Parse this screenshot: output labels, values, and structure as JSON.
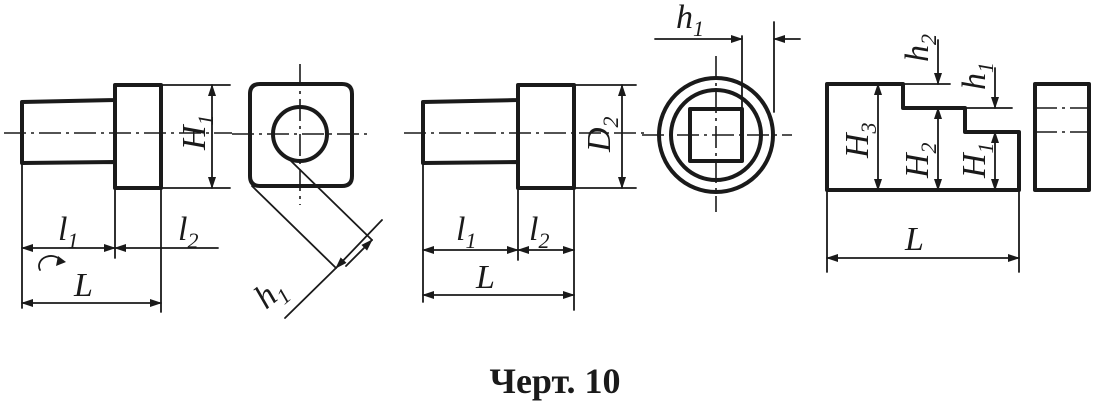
{
  "figure": {
    "caption": "Черт. 10",
    "labels": {
      "v1_l1": {
        "main": "l",
        "sub": "1"
      },
      "v1_l2": {
        "main": "l",
        "sub": "2"
      },
      "v1_L": {
        "main": "L"
      },
      "v1_H1": {
        "main": "H",
        "sub": "1"
      },
      "v2_h1": {
        "main": "h",
        "sub": "1"
      },
      "v3_l1": {
        "main": "l",
        "sub": "1"
      },
      "v3_l2": {
        "main": "l",
        "sub": "2"
      },
      "v3_L": {
        "main": "L"
      },
      "v3_D2": {
        "main": "D",
        "sub": "2"
      },
      "v4_h1": {
        "main": "h",
        "sub": "1"
      },
      "v5_h2": {
        "main": "h",
        "sub": "2"
      },
      "v5_h1": {
        "main": "h",
        "sub": "1"
      },
      "v5_H3": {
        "main": "H",
        "sub": "3"
      },
      "v5_H2": {
        "main": "H",
        "sub": "2"
      },
      "v5_H1": {
        "main": "H",
        "sub": "1"
      },
      "v5_L": {
        "main": "L"
      }
    }
  }
}
